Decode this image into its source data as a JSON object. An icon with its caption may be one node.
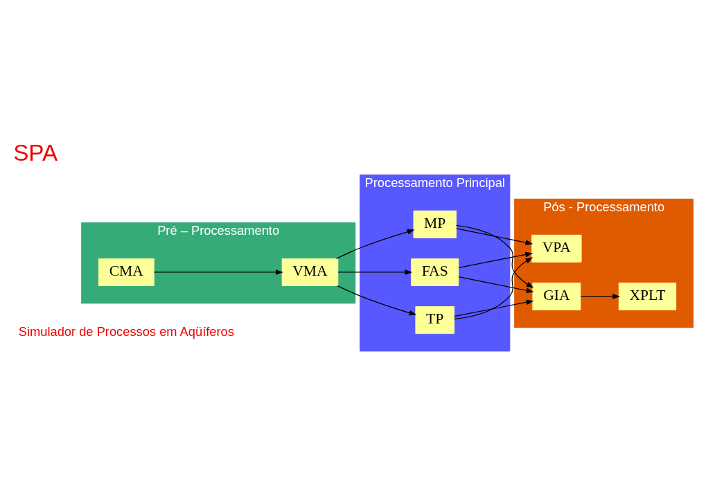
{
  "diagram": {
    "title": "SPA",
    "nodes": [
      {
        "text": [
          "Pré – Processamento"
        ]
      },
      {
        "text": [
          "CMA"
        ],
        "in": 0
      },
      {
        "text": [
          "VMA"
        ],
        "in": 0
      },
      {
        "text": [
          "Processamento Principal"
        ]
      },
      {
        "text": [
          "FAS"
        ],
        "in": 3
      },
      {
        "text": [
          "TP"
        ],
        "in": 3
      },
      {
        "text": [
          "MP"
        ],
        "in": 3
      },
      {
        "text": [
          "Pós - Processamento"
        ]
      },
      {
        "text": [
          "VPA"
        ],
        "in": 7
      },
      {
        "text": [
          "GIA"
        ],
        "in": 7
      },
      {
        "text": [
          "XPLT"
        ],
        "in": 7
      }
    ],
    "edges": [
      {
        "from": 1,
        "to": 2,
        "arrow": "to"
      },
      {
        "from": 2,
        "to": 4,
        "arrow": "to"
      },
      {
        "from": 2,
        "to": 5,
        "arrow": "to"
      },
      {
        "from": 2,
        "to": 6,
        "arrow": "to"
      },
      {
        "from": 4,
        "to": 8,
        "arrow": "to"
      },
      {
        "from": 4,
        "to": 9,
        "arrow": "to"
      },
      {
        "from": 5,
        "to": 8,
        "arrow": "to"
      },
      {
        "from": 5,
        "to": 9,
        "arrow": "to"
      },
      {
        "from": 6,
        "to": 8,
        "arrow": "to"
      },
      {
        "from": 6,
        "to": 9,
        "arrow": "to"
      },
      {
        "from": 9,
        "to": 10,
        "arrow": "to"
      }
    ],
    "labels": [
      "Simulador de Processos em Aqüíferos"
    ]
  }
}
